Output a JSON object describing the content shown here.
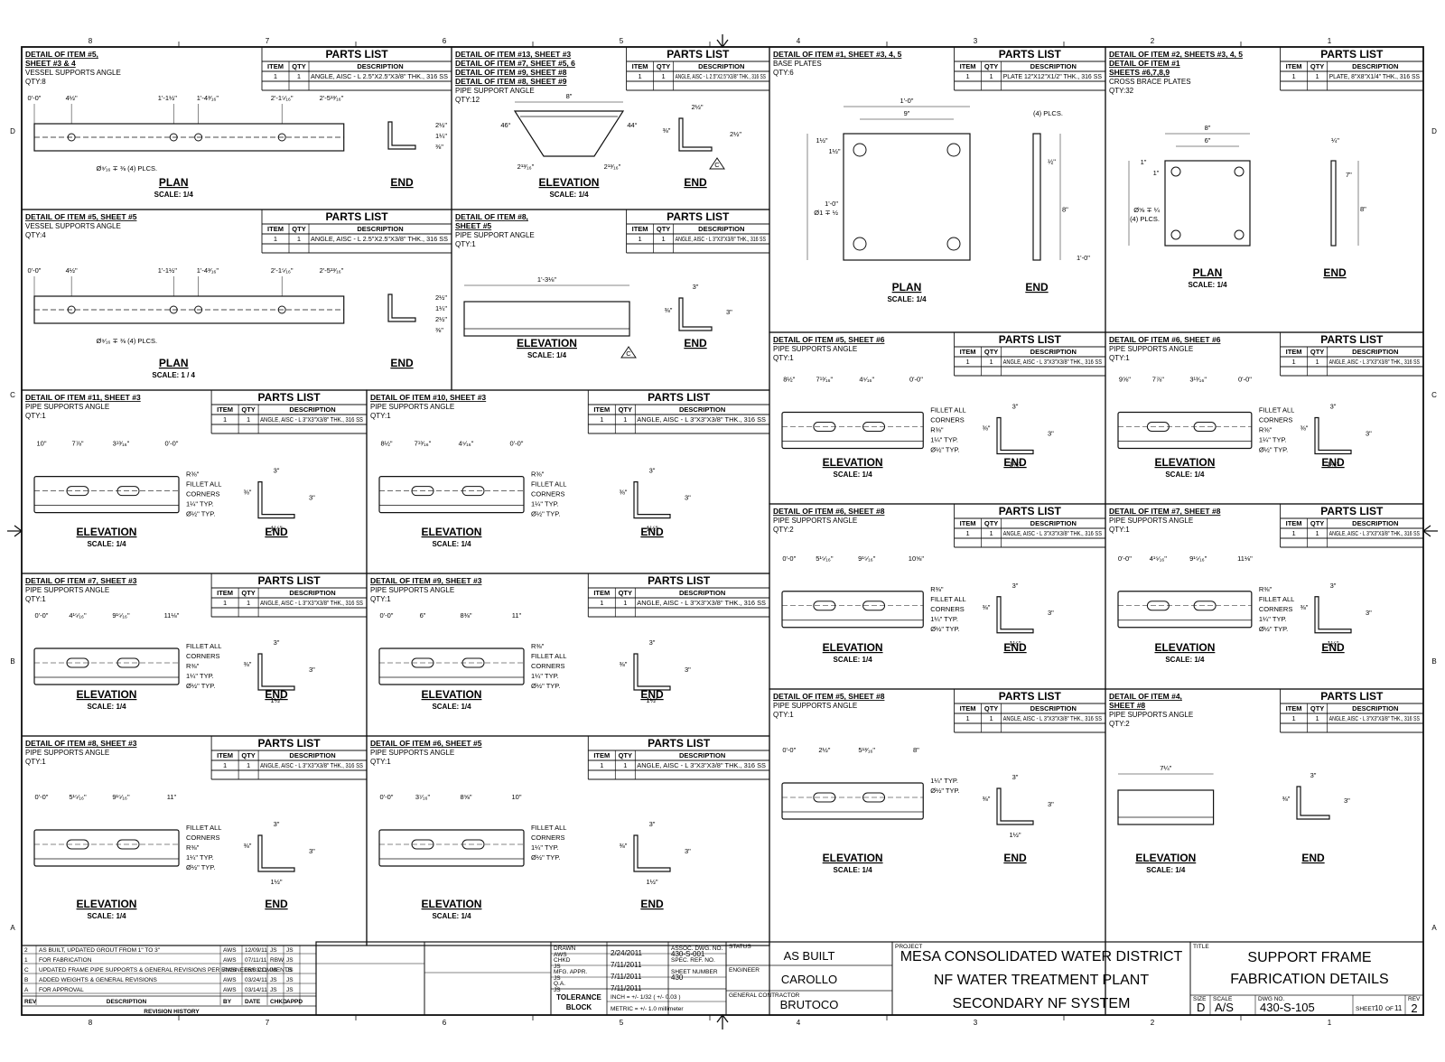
{
  "zones": {
    "columns": [
      "8",
      "7",
      "6",
      "5",
      "4",
      "3",
      "2",
      "1"
    ],
    "rows": [
      "D",
      "C",
      "B",
      "A"
    ]
  },
  "details": [
    {
      "title": "DETAIL OF ITEM #5,",
      "title2": "SHEET #3 & 4",
      "sub": "VESSEL SUPPORTS ANGLE",
      "qty": "QTY:8",
      "pl_item": "1",
      "pl_qty": "1",
      "pl_desc": "ANGLE, AISC - L 2.5\"X2.5\"X3/8\" THK., 316 SS",
      "view1": "PLAN",
      "scale": "SCALE: 1/4",
      "view2": "END",
      "dims": [
        "0'-0\"",
        "4½\"",
        "1'-1½\"",
        "1'-4³⁄₁₆\"",
        "2'-1⁵⁄₁₆\"",
        "2'-5¹³⁄₁₆\"",
        "Ø⁹⁄₁₆ ∓ ⅜ (4) PLCS.",
        "2½\"",
        "1¼\"",
        "⅜\""
      ]
    },
    {
      "title": "DETAIL OF ITEM #13, SHEET #3",
      "title2": "DETAIL OF ITEM #7, SHEET #5, 6",
      "title3": "DETAIL OF ITEM #9, SHEET #8",
      "title4": "DETAIL OF ITEM #8, SHEET #9",
      "sub": "PIPE SUPPORT ANGLE",
      "qty": "QTY:12",
      "pl_item": "1",
      "pl_qty": "1",
      "pl_desc": "ANGLE, AISC - L 2.5\"X2.5\"X3/8\" THK., 316 SS",
      "view1": "ELEVATION",
      "scale": "SCALE: 1/4",
      "view2": "END",
      "dims": [
        "8\"",
        "46°",
        "44°",
        "2¹³⁄₁₆\"",
        "2¹³⁄₁₆\"",
        "2½\"",
        "2½\"",
        "⅜\""
      ]
    },
    {
      "title": "DETAIL OF ITEM #1, SHEET #3, 4, 5",
      "sub": "BASE PLATES",
      "qty": "QTY:6",
      "pl_item": "1",
      "pl_qty": "1",
      "pl_desc": "PLATE 12\"X12\"X1/2\" THK., 316 SS",
      "view1": "PLAN",
      "scale": "SCALE: 1/4",
      "view2": "END",
      "dims": [
        "1'-0\"",
        "9\"",
        "1½\"",
        "1½\"",
        "1'-0\"",
        "Ø1 ∓ ½",
        "(4) PLCS.",
        "½\"",
        "8\"",
        "1'-0\""
      ]
    },
    {
      "title": "DETAIL OF ITEM #2, SHEETS #3, 4, 5",
      "title2": "DETAIL OF ITEM #1",
      "title3": "SHEETS #6,7,8,9",
      "sub": "CROSS BRACE PLATES",
      "qty": "QTY:32",
      "pl_item": "1",
      "pl_qty": "1",
      "pl_desc": "PLATE, 8\"X8\"X1/4\" THK., 316 SS",
      "view1": "PLAN",
      "scale": "SCALE: 1/4",
      "view2": "END",
      "dims": [
        "8\"",
        "6\"",
        "1\"",
        "1\"",
        "Ø⅝ ∓ ¼",
        "(4) PLCS.",
        "¼\"",
        "7\"",
        "8\""
      ]
    },
    {
      "title": "DETAIL OF ITEM #5, SHEET #5",
      "sub": "VESSEL SUPPORTS ANGLE",
      "qty": "QTY:4",
      "pl_item": "1",
      "pl_qty": "1",
      "pl_desc": "ANGLE, AISC - L 2.5\"X2.5\"X3/8\" THK., 316 SS",
      "view1": "PLAN",
      "scale": "SCALE: 1 / 4",
      "view2": "END",
      "dims": [
        "0'-0\"",
        "4½\"",
        "1'-1½\"",
        "1'-4³⁄₁₆\"",
        "2'-1⁵⁄₁₆\"",
        "2'-5¹³⁄₁₆\"",
        "Ø⁹⁄₁₆ ∓ ⅜ (4) PLCS.",
        "2½\"",
        "1¼\"",
        "2½\"",
        "⅜\""
      ]
    },
    {
      "title": "DETAIL OF ITEM #8,",
      "title2": "SHEET #5",
      "sub": "PIPE SUPPORT ANGLE",
      "qty": "QTY:1",
      "pl_item": "1",
      "pl_qty": "1",
      "pl_desc": "ANGLE, AISC - L 3\"X3\"X3/8\" THK., 316 SS",
      "view1": "ELEVATION",
      "scale": "SCALE: 1/4",
      "view2": "END",
      "dims": [
        "1'-3⅛\"",
        "3\"",
        "3\"",
        "⅜\""
      ]
    },
    {
      "title": "DETAIL OF ITEM #5, SHEET #6",
      "sub": "PIPE SUPPORTS ANGLE",
      "qty": "QTY:1",
      "pl_item": "1",
      "pl_qty": "1",
      "pl_desc": "ANGLE, AISC - L 3\"X3\"X3/8\" THK., 316 SS",
      "view1": "ELEVATION",
      "scale": "SCALE: 1/4",
      "view2": "END",
      "dims": [
        "8½\"",
        "7¹³⁄₁₆\"",
        "4⁵⁄₁₆\"",
        "0'-0\"",
        "FILLET ALL",
        "CORNERS",
        "R⅜\"",
        "1¼\" TYP.",
        "Ø½\" TYP.",
        "3\"",
        "3\"",
        "1½\"",
        "⅜\""
      ]
    },
    {
      "title": "DETAIL OF ITEM #6, SHEET #6",
      "sub": "PIPE SUPPORTS ANGLE",
      "qty": "QTY:1",
      "pl_item": "1",
      "pl_qty": "1",
      "pl_desc": "ANGLE, AISC - L 3\"X3\"X3/8\" THK., 316 SS",
      "view1": "ELEVATION",
      "scale": "SCALE: 1/4",
      "view2": "END",
      "dims": [
        "9⅝\"",
        "7⅞\"",
        "3¹³⁄₁₆\"",
        "0'-0\"",
        "FILLET ALL",
        "CORNERS",
        "R⅜\"",
        "1¼\" TYP.",
        "Ø½\" TYP.",
        "3\"",
        "3\"",
        "1½\"",
        "⅜\""
      ]
    },
    {
      "title": "DETAIL OF ITEM #11, SHEET #3",
      "sub": "PIPE SUPPORTS ANGLE",
      "qty": "QTY:1",
      "pl_item": "1",
      "pl_qty": "1",
      "pl_desc": "ANGLE, AISC - L 3\"X3\"X3/8\" THK., 316 SS",
      "view1": "ELEVATION",
      "scale": "SCALE: 1/4",
      "view2": "END",
      "dims": [
        "10\"",
        "7⅞\"",
        "3¹³⁄₁₆\"",
        "0'-0\"",
        "R⅜\"",
        "FILLET ALL",
        "CORNERS",
        "1¼\" TYP.",
        "Ø½\" TYP.",
        "3\"",
        "3\"",
        "1½\"",
        "⅜\""
      ]
    },
    {
      "title": "DETAIL OF ITEM #10, SHEET #3",
      "sub": "PIPE SUPPORTS ANGLE",
      "qty": "QTY:1",
      "pl_item": "1",
      "pl_qty": "1",
      "pl_desc": "ANGLE, AISC - L 3\"X3\"X3/8\" THK., 316 SS",
      "view1": "ELEVATION",
      "scale": "SCALE: 1/4",
      "view2": "END",
      "dims": [
        "8½\"",
        "7¹³⁄₁₆\"",
        "4⁵⁄₁₆\"",
        "0'-0\"",
        "R⅜\"",
        "FILLET ALL",
        "CORNERS",
        "1¼\" TYP.",
        "Ø½\" TYP.",
        "3\"",
        "3\"",
        "1½\"",
        "⅜\""
      ]
    },
    {
      "title": "DETAIL OF ITEM #6, SHEET #8",
      "sub": "PIPE SUPPORTS ANGLE",
      "qty": "QTY:2",
      "pl_item": "1",
      "pl_qty": "1",
      "pl_desc": "ANGLE, AISC - L 3\"X3\"X3/8\" THK., 316 SS",
      "view1": "ELEVATION",
      "scale": "SCALE: 1/4",
      "view2": "END",
      "dims": [
        "0'-0\"",
        "5¹⁵⁄₁₆\"",
        "9¹⁵⁄₁₆\"",
        "10⅝\"",
        "R⅜\"",
        "FILLET ALL",
        "CORNERS",
        "1¼\" TYP.",
        "Ø½\" TYP.",
        "3\"",
        "3\"",
        "1½\"",
        "⅜\""
      ]
    },
    {
      "title": "DETAIL OF ITEM #7, SHEET #8",
      "sub": "PIPE SUPPORTS ANGLE",
      "qty": "QTY:1",
      "pl_item": "1",
      "pl_qty": "1",
      "pl_desc": "ANGLE, AISC - L 3\"X3\"X3/8\" THK., 316 SS",
      "view1": "ELEVATION",
      "scale": "SCALE: 1/4",
      "view2": "END",
      "dims": [
        "0'-0\"",
        "4¹⁵⁄₁₆\"",
        "9¹⁵⁄₁₆\"",
        "11⅛\"",
        "R⅜\"",
        "FILLET ALL",
        "CORNERS",
        "1¼\" TYP.",
        "Ø½\" TYP.",
        "3\"",
        "3\"",
        "1½\"",
        "⅜\""
      ]
    },
    {
      "title": "DETAIL OF ITEM #7, SHEET #3",
      "sub": "PIPE SUPPORTS ANGLE",
      "qty": "QTY:1",
      "pl_item": "1",
      "pl_qty": "1",
      "pl_desc": "ANGLE, AISC - L 3\"X3\"X3/8\" THK., 316 SS",
      "view1": "ELEVATION",
      "scale": "SCALE: 1/4",
      "view2": "END",
      "dims": [
        "0'-0\"",
        "4¹⁵⁄₁₆\"",
        "9¹⁵⁄₁₆\"",
        "11⅛\"",
        "FILLET ALL",
        "CORNERS",
        "R⅜\"",
        "1¼\" TYP.",
        "Ø½\" TYP.",
        "3\"",
        "3\"",
        "1½\"",
        "⅜\""
      ]
    },
    {
      "title": "DETAIL OF ITEM #9, SHEET #3",
      "sub": "PIPE SUPPORTS ANGLE",
      "qty": "QTY:1",
      "pl_item": "1",
      "pl_qty": "1",
      "pl_desc": "ANGLE, AISC - L 3\"X3\"X3/8\" THK., 316 SS",
      "view1": "ELEVATION",
      "scale": "SCALE: 1/4",
      "view2": "END",
      "dims": [
        "0'-0\"",
        "6\"",
        "8⅜\"",
        "11\"",
        "R⅜\"",
        "FILLET ALL",
        "CORNERS",
        "1¼\" TYP.",
        "Ø½\" TYP.",
        "3\"",
        "3\"",
        "1½\"",
        "⅜\""
      ]
    },
    {
      "title": "DETAIL OF ITEM #5, SHEET #8",
      "sub": "PIPE SUPPORTS ANGLE",
      "qty": "QTY:1",
      "pl_item": "1",
      "pl_qty": "1",
      "pl_desc": "ANGLE, AISC - L 3\"X3\"X3/8\" THK., 316 SS",
      "view1": "ELEVATION",
      "scale": "SCALE: 1/4",
      "view2": "END",
      "dims": [
        "0'-0\"",
        "2½\"",
        "5¹³⁄₁₆\"",
        "8\"",
        "1¼\" TYP.",
        "Ø½\" TYP.",
        "3\"",
        "3\"",
        "1½\"",
        "⅜\""
      ]
    },
    {
      "title": "DETAIL OF ITEM #4,",
      "title2": "SHEET #8",
      "sub": "PIPE SUPPORTS ANGLE",
      "qty": "QTY:2",
      "pl_item": "1",
      "pl_qty": "1",
      "pl_desc": "ANGLE, AISC - L 3\"X3\"X3/8\" THK., 316 SS",
      "view1": "ELEVATION",
      "scale": "SCALE: 1/4",
      "view2": "END",
      "dims": [
        "7¼\"",
        "3\"",
        "3\"",
        "⅜\""
      ]
    },
    {
      "title": "DETAIL OF ITEM #8, SHEET #3",
      "sub": "PIPE SUPPORTS ANGLE",
      "qty": "QTY:1",
      "pl_item": "1",
      "pl_qty": "1",
      "pl_desc": "ANGLE, AISC - L 3\"X3\"X3/8\" THK., 316 SS",
      "view1": "ELEVATION",
      "scale": "SCALE: 1/4",
      "view2": "END",
      "dims": [
        "0'-0\"",
        "5¹⁵⁄₁₆\"",
        "9¹⁵⁄₁₆\"",
        "11\"",
        "FILLET ALL",
        "CORNERS",
        "R⅜\"",
        "1¼\" TYP.",
        "Ø½\" TYP.",
        "3\"",
        "3\"",
        "1½\"",
        "⅜\""
      ]
    },
    {
      "title": "DETAIL OF ITEM #6, SHEET #5",
      "sub": "PIPE SUPPORTS ANGLE",
      "qty": "QTY:1",
      "pl_item": "1",
      "pl_qty": "1",
      "pl_desc": "ANGLE, AISC - L 3\"X3\"X3/8\" THK., 316 SS",
      "view1": "ELEVATION",
      "scale": "SCALE: 1/4",
      "view2": "END",
      "dims": [
        "0'-0\"",
        "3⁷⁄₁₆\"",
        "8⅝\"",
        "10\"",
        "FILLET ALL",
        "CORNERS",
        "1¼\" TYP.",
        "Ø½\" TYP.",
        "3\"",
        "3\"",
        "1½\"",
        "⅜\""
      ]
    }
  ],
  "parts_list": {
    "heading": "PARTS LIST",
    "col_item": "ITEM",
    "col_qty": "QTY",
    "col_desc": "DESCRIPTION"
  },
  "callout_c": "C",
  "revision": {
    "rows": [
      {
        "rev": "2",
        "desc": "AS BUILT, UPDATED GROUT FROM 1\" TO 3\"",
        "by": "AWS",
        "date": "12/09/11",
        "chkd": "JS",
        "appd": "JS"
      },
      {
        "rev": "1",
        "desc": "FOR FABRICATION",
        "by": "AWS",
        "date": "07/11/11",
        "chkd": "RBW",
        "appd": "JS"
      },
      {
        "rev": "C",
        "desc": "UPDATED FRAME PIPE SUPPORTS & GENERAL REVISIONS PER ENGINEERS COMMENTS",
        "by": "AWS",
        "date": "06/03/11",
        "chkd": "JS",
        "appd": "JS"
      },
      {
        "rev": "B",
        "desc": "ADDED WEIGHTS & GENERAL REVISIONS",
        "by": "AWS",
        "date": "03/24/11",
        "chkd": "JS",
        "appd": "JS"
      },
      {
        "rev": "A",
        "desc": "FOR APPROVAL",
        "by": "AWS",
        "date": "03/14/11",
        "chkd": "JS",
        "appd": "JS"
      }
    ],
    "hdr_rev": "REV",
    "hdr_desc": "DESCRIPTION",
    "hdr_by": "BY",
    "hdr_date": "DATE",
    "hdr_chkd": "CHKD",
    "hdr_appd": "APPD",
    "caption": "REVISION HISTORY"
  },
  "title_block": {
    "drawn_lbl": "DRAWN",
    "drawn": "AWS",
    "date1": "2/24/2011",
    "dwg_ref_lbl": "ASSOC. DWG. NO.",
    "dwg_ref": "430-S-001",
    "chkd_lbl": "CHKD",
    "chkd": "JS",
    "date2": "7/11/2011",
    "spec_lbl": "SPEC. REF. NO.",
    "mfg_lbl": "MFG. APPR.",
    "mfg": "JS",
    "date3": "7/11/2011",
    "sheet_num_lbl": "SHEET NUMBER",
    "sheet_num": "430",
    "qa_lbl": "Q.A.",
    "qa": "JS",
    "date4": "7/11/2011",
    "tol_lbl": "TOLERANCE",
    "tol_lbl2": "BLOCK",
    "tol_inch": "INCH = +/- 1/32 ( +/- 0.03 )",
    "tol_metric": "METRIC = +/- 1.0 millimeter",
    "status_lbl": "STATUS",
    "status": "AS BUILT",
    "engineer_lbl": "ENGINEER",
    "engineer": "CAROLLO",
    "contractor_lbl": "GENERAL CONTRACTOR",
    "contractor": "BRUTOCO",
    "project_lbl": "PROJECT",
    "project1": "MESA CONSOLIDATED WATER DISTRICT",
    "project2": "NF WATER TREATMENT PLANT",
    "project3": "SECONDARY NF SYSTEM",
    "title_lbl": "TITLE",
    "title1": "SUPPORT FRAME",
    "title2": "FABRICATION DETAILS",
    "size_lbl": "SIZE",
    "size": "D",
    "scale_lbl": "SCALE",
    "scale": "A/S",
    "dwg_no_lbl": "DWG NO.",
    "dwg_no": "430-S-105",
    "sheet_lbl": "SHEET",
    "sheet_of": "10",
    "of_lbl": "OF",
    "sheet_total": "11",
    "rev_lbl": "REV",
    "rev": "2"
  }
}
